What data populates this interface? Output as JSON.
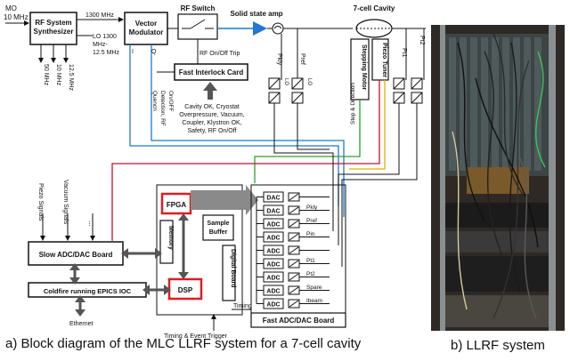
{
  "diagram": {
    "inputs": {
      "mo": "MO",
      "mo_freq": "10 MHz"
    },
    "blocks": {
      "rf_synth": "RF System Synthesizer",
      "vector_mod": "Vector Modulator",
      "rf_switch": "RF Switch",
      "ssa": "Solid state amp",
      "cavity": "7-cell Cavity",
      "interlock": "Fast Interlock Card",
      "stepping_motor": "Stepping Motor",
      "piezo_tuner": "Piezo Tuner",
      "fpga": "FPGA",
      "dsp": "DSP",
      "memory": "Memory",
      "sample_buffer": "Sample Buffer",
      "digital_board": "Digital Board",
      "fast_adc_dac": "Fast ADC/DAC Board",
      "slow_adc_dac": "Slow ADC/DAC Board",
      "coldfire": "Coldfire running EPICS IOC"
    },
    "signals": {
      "f1300": "1300 MHz",
      "lo_freq": "LO 1300 MHz-12.5 MHz",
      "out_50": "50 MHz",
      "out_10": "10 MHz",
      "out_125": "12.5 MHz",
      "i": "I",
      "q": "Q",
      "rf_trip": "RF On/Off Trip",
      "pkly": "Pkly",
      "pref": "Pref",
      "pt1": "Pt1",
      "pt2": "Pt2",
      "lo": "LO",
      "step_dir": "Step & Direction",
      "quench": "Quench Detection, RF On/OFF",
      "interlock_sources": [
        "Cavity OK, Cryostat",
        "Overpressure, Vacuum,",
        "Coupler, Klystron OK,",
        "Safety, RF On/Off"
      ],
      "piezo_signals": "Piezo Signals",
      "vacuum_signals": "Vacuum Signals",
      "dots": "...",
      "ethernet": "Ethernet",
      "timing": "Timing",
      "timing_event": "Timing & Event Trigger",
      "spare": "Spare",
      "fbeam": "Ibeam"
    },
    "converters": {
      "dac": "DAC",
      "adc": "ADC",
      "labels": [
        "Pkly",
        "Pref",
        "Pin",
        "Pt1",
        "Pt2"
      ]
    }
  },
  "captions": {
    "a": "a) Block diagram of the MLC LLRF system for a 7-cell cavity",
    "b": "b) LLRF system"
  },
  "colors": {
    "rf_path": "#1f78d1",
    "highlight": "#e01b22",
    "green_line": "#2aa02a",
    "red_line": "#c8102e",
    "yellow_line": "#e0b000"
  }
}
